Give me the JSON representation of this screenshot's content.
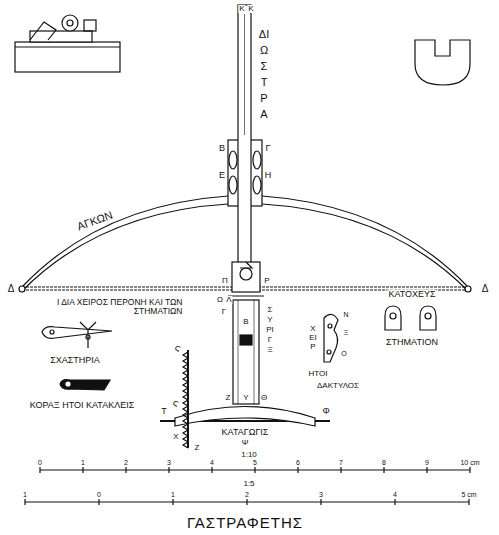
{
  "diagram": {
    "title": "ΓΑΣΤΡΑΦΕΤΗΣ",
    "labels": [
      "Κ",
      "Κ",
      "ΔΙΩΣΤΡΑ",
      "ΑΓΚΩΝ",
      "Δ",
      "Δ",
      "Β",
      "Γ",
      "Ε",
      "Η",
      "Ι ΔΙΑ ΧΕΙΡΟΣ ΠΕΡΟΝΗ ΚΑΙ ΤΩΝ ΣΤΗΜΑΤΙΩΝ",
      "ΣΧΑΣΤΗΡΙΑ",
      "ΚΟΡΑΞ ΗΤΟΙ ΚΑΤΑΚΛΕΙΣ",
      "Π",
      "Ω",
      "Λ",
      "Ρ",
      "Γ",
      "Β",
      "ΣΥΡΙΓΞ",
      "ΧΕΙΡ",
      "ΗΤΟΙ",
      "ΔΑΚΤΥΛΟΣ",
      "Ν",
      "Ξ",
      "Ο",
      "ΚΑΤΟΧΕΥΣ",
      "ΣΤΗΜΑΤΙΟΝ",
      "Ϛ",
      "Ϛ",
      "Ζ",
      "Ζ",
      "Υ",
      "Θ",
      "Τ",
      "Φ",
      "ΚΑΤΑΓΩΓΙΣ",
      "Χ",
      "Ψ",
      "1:10",
      "0",
      "1",
      "2",
      "3",
      "4",
      "5",
      "6",
      "7",
      "8",
      "9",
      "10 cm",
      "1:5",
      "1",
      "0",
      "1",
      "2",
      "3",
      "4",
      "5 cm"
    ]
  }
}
